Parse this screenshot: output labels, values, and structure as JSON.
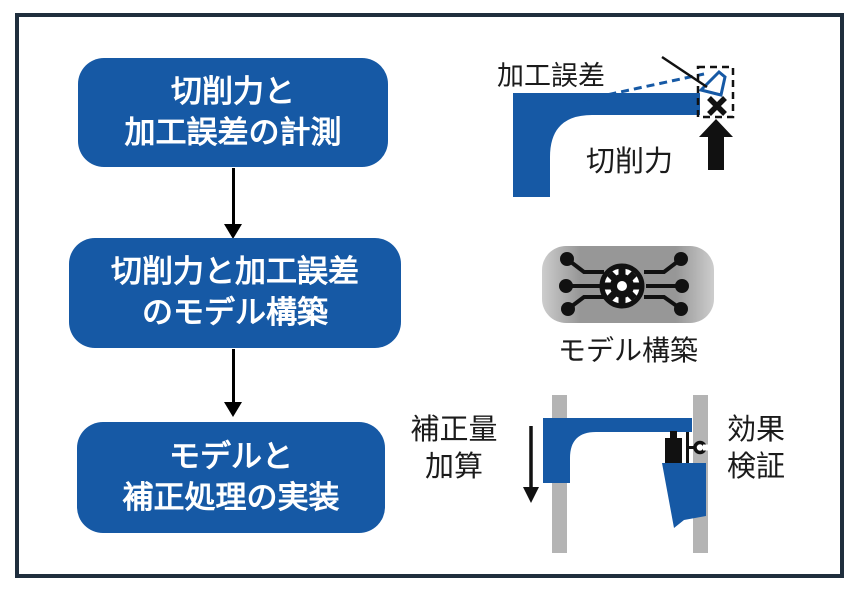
{
  "flow": {
    "boxes": [
      {
        "line1": "切削力と",
        "line2": "加工誤差の計測"
      },
      {
        "line1": "切削力と加工誤差",
        "line2": "のモデル構築"
      },
      {
        "line1": "モデルと",
        "line2": "補正処理の実装"
      }
    ]
  },
  "illustrations": {
    "measurement": {
      "machining_error_label": "加工誤差",
      "cutting_force_label": "切削力"
    },
    "model_building": {
      "label": "モデル構築"
    },
    "implementation": {
      "correction_line1": "補正量",
      "correction_line2": "加算",
      "verification_line1": "効果",
      "verification_line2": "検証"
    }
  },
  "icons": [
    "gear-circuit-icon",
    "cutting-force-up-arrow-icon",
    "correction-down-arrow-icon",
    "error-x-mark-icon",
    "dial-gauge-icon"
  ],
  "colors": {
    "primary_blue": "#1659a5",
    "frame_navy": "#1f2e3d",
    "column_gray": "#b4b4b4",
    "pill_gray_center": "#979797",
    "pill_gray_edge": "#cdcdcd",
    "ink": "#111111",
    "box_text": "#ffffff"
  }
}
